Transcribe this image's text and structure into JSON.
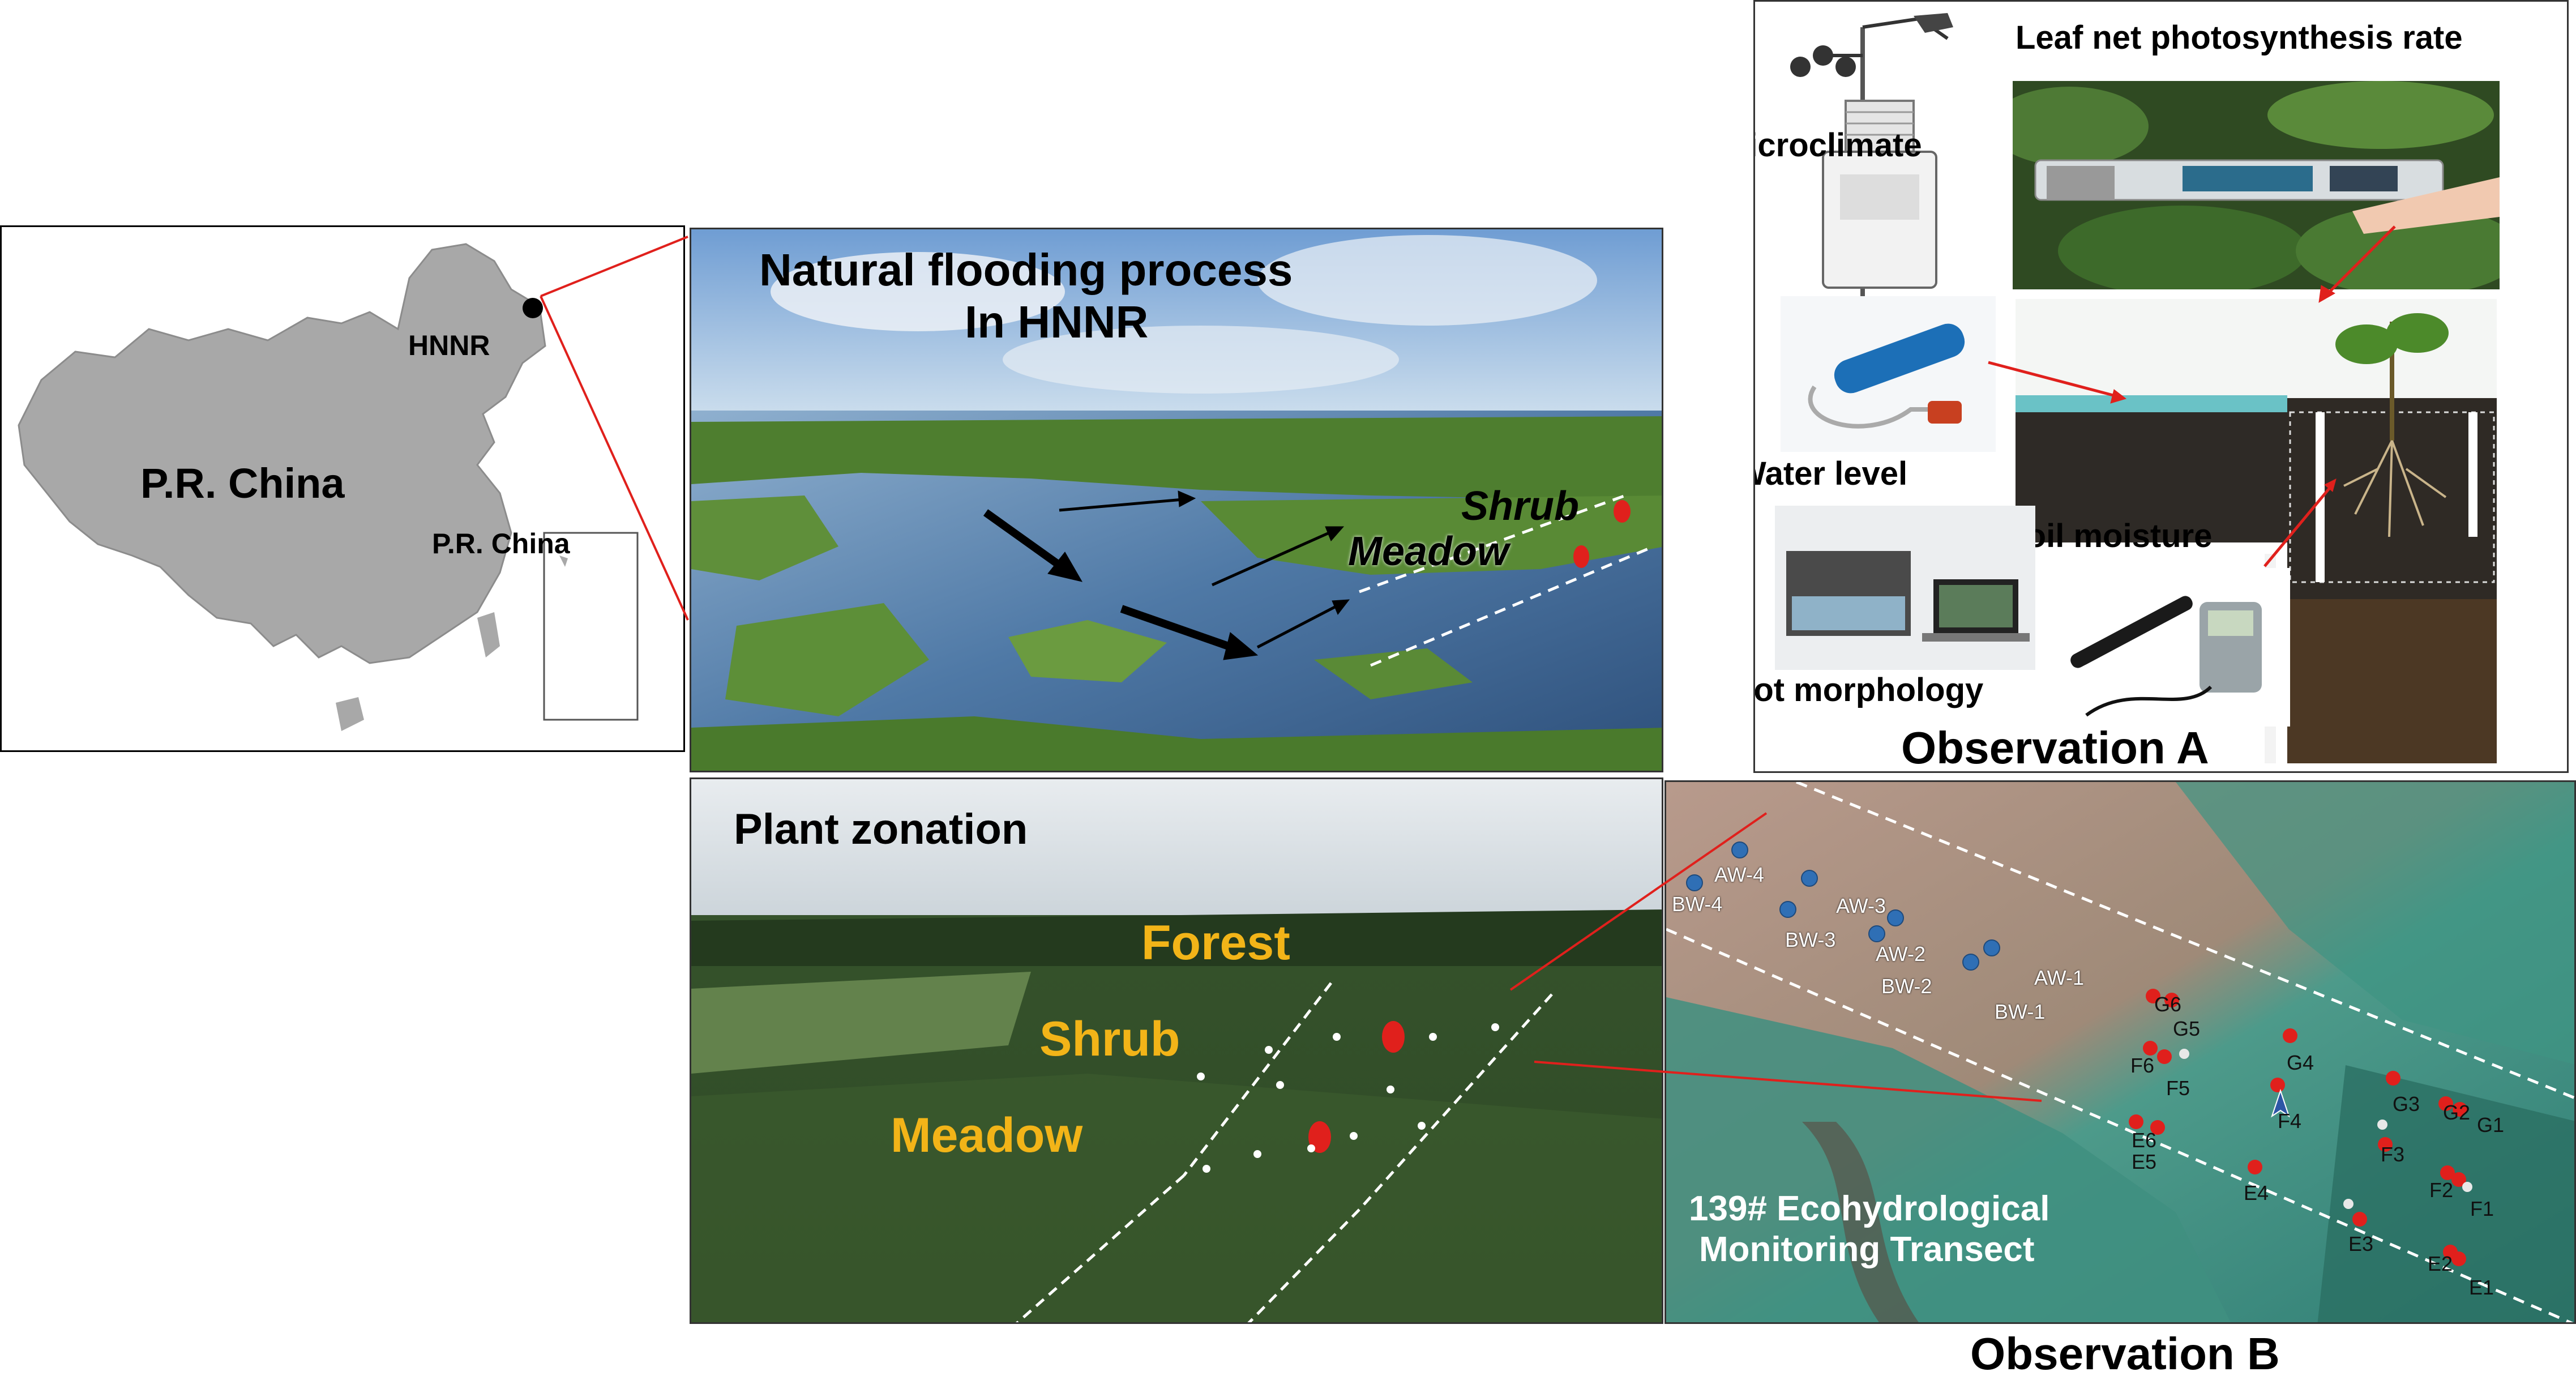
{
  "map": {
    "country_label": "P.R. China",
    "site_label": "HNNR",
    "inset_label": "P.R. China"
  },
  "flooding_panel": {
    "title_line1": "Natural flooding process",
    "title_line2": "In HNNR",
    "shrub_label": "Shrub",
    "meadow_label": "Meadow"
  },
  "observation_a": {
    "microclimate_label": "Microclimate",
    "leaf_label": "Leaf net photosynthesis rate",
    "water_level_label": "Water level",
    "soil_moisture_label": "Soil moisture",
    "root_morphology_label": "Root morphology",
    "caption": "Observation A"
  },
  "zonation_panel": {
    "title": "Plant zonation",
    "forest_label": "Forest",
    "shrub_label": "Shrub",
    "meadow_label": "Meadow",
    "zone_label_color": "#f2b418"
  },
  "observation_b": {
    "transect_line1": "139# Ecohydrological",
    "transect_line2": "Monitoring Transect",
    "caption": "Observation B",
    "wells": [
      "AW-4",
      "BW-4",
      "AW-3",
      "BW-3",
      "AW-2",
      "BW-2",
      "AW-1",
      "BW-1"
    ],
    "sites": [
      "G6",
      "G5",
      "G4",
      "G3",
      "G2",
      "G1",
      "F6",
      "F5",
      "F4",
      "F3",
      "F2",
      "F1",
      "E6",
      "E5",
      "E4",
      "E3",
      "E2",
      "E1"
    ]
  },
  "colors": {
    "accent_red": "#e0201c",
    "well_blue": "#2f6fb5",
    "water_blue": "#5a86b5",
    "grass_green": "#5f8f3a"
  }
}
